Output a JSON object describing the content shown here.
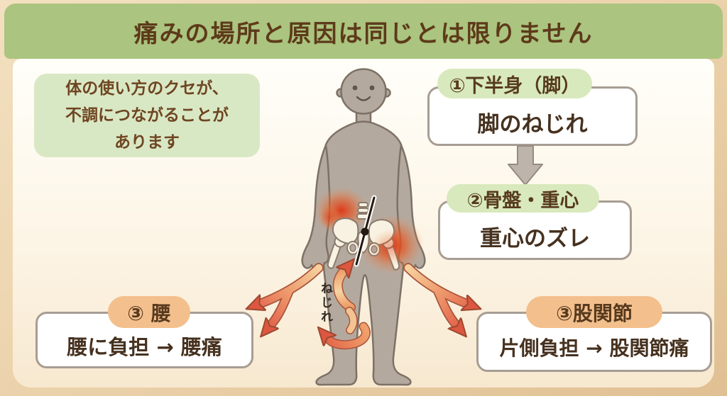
{
  "title": "痛みの場所と原因は同じとは限りません",
  "info_box": {
    "line1": "体の使い方のクセが、",
    "line2": "不調につながることが",
    "line3": "あります"
  },
  "steps": {
    "step1": {
      "header": "①下半身（脚）",
      "body": "脚のねじれ"
    },
    "step2": {
      "header": "②骨盤・重心",
      "body": "重心のズレ"
    },
    "step3_waist": {
      "header": "③ 腰",
      "body": "腰に負担 → 腰痛"
    },
    "step3_hip": {
      "header": "③股関節",
      "body": "片側負担 → 股関節痛"
    }
  },
  "figure": {
    "twist_label": "ねじれ"
  },
  "colors": {
    "title_band_green": "#abc47f",
    "info_box_green": "#d9e8c4",
    "pill_green": "#d8e9bd",
    "pill_orange": "#f3bf8c",
    "box_border_gray": "#a79d93",
    "text_brown": "#5d3a1a",
    "text_dark_brown": "#46311f",
    "body_gray": "#b4a99f",
    "pain_red": "#e03414",
    "arrow_light": "#f7d19e",
    "arrow_dark": "#e2604a",
    "gray_arrow": "#bdb5ab",
    "background_tan": "#eed7b2",
    "panel_cream": "#fdf7ea"
  }
}
